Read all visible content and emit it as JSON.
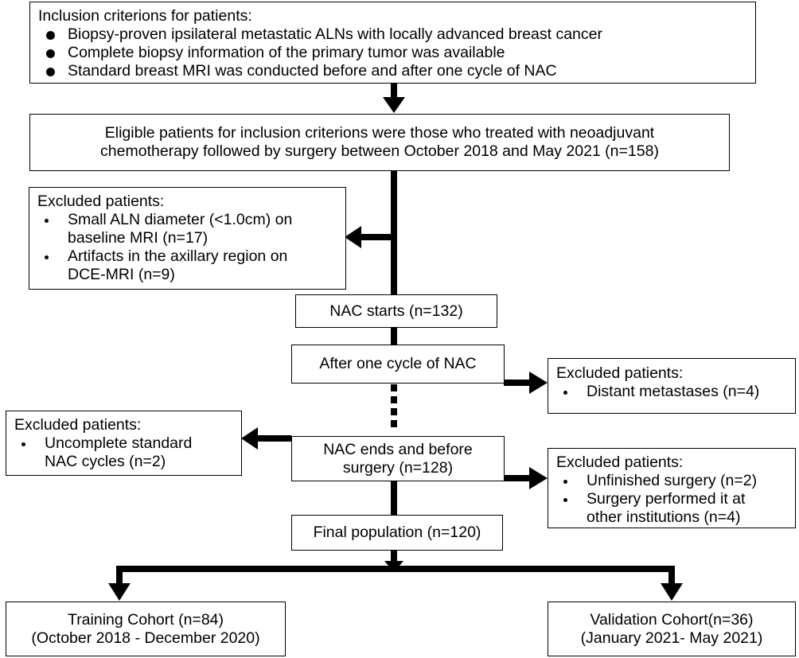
{
  "inclusion": {
    "title": "Inclusion criterions for patients:",
    "items": [
      "Biopsy-proven ipsilateral metastatic ALNs with locally advanced breast cancer",
      "Complete biopsy information of the primary tumor was available",
      "Standard breast MRI was conducted before and after one cycle of NAC"
    ]
  },
  "eligible": {
    "lines": [
      "Eligible patients for inclusion criterions were those who treated with neoadjuvant",
      "chemotherapy followed by surgery between October 2018 and May 2021 (n=158)"
    ]
  },
  "excluded_baseline": {
    "title": "Excluded patients:",
    "items": [
      [
        "Small ALN diameter (<1.0cm) on",
        "baseline MRI (n=17)"
      ],
      [
        "Artifacts in the axillary region on",
        "DCE-MRI (n=9)"
      ]
    ]
  },
  "nac_start": {
    "label": "NAC starts (n=132)"
  },
  "after_one_cycle": {
    "label": "After one cycle of NAC"
  },
  "excluded_metastases": {
    "title": "Excluded patients:",
    "items": [
      "Distant metastases (n=4)"
    ]
  },
  "excluded_incomplete": {
    "title": "Excluded patients:",
    "items": [
      [
        "Uncomplete standard",
        "NAC cycles (n=2)"
      ]
    ]
  },
  "nac_end": {
    "lines": [
      "NAC ends and before",
      "surgery (n=128)"
    ]
  },
  "excluded_surgery": {
    "title": "Excluded patients:",
    "items": [
      [
        "Unfinished surgery (n=2)"
      ],
      [
        "Surgery performed it at",
        "other institutions (n=4)"
      ]
    ]
  },
  "final": {
    "label": "Final population (n=120)"
  },
  "training": {
    "lines": [
      "Training Cohort (n=84)",
      "(October 2018 - December 2020)"
    ]
  },
  "validation": {
    "lines": [
      "Validation Cohort(n=36)",
      "(January 2021- May 2021)"
    ]
  }
}
